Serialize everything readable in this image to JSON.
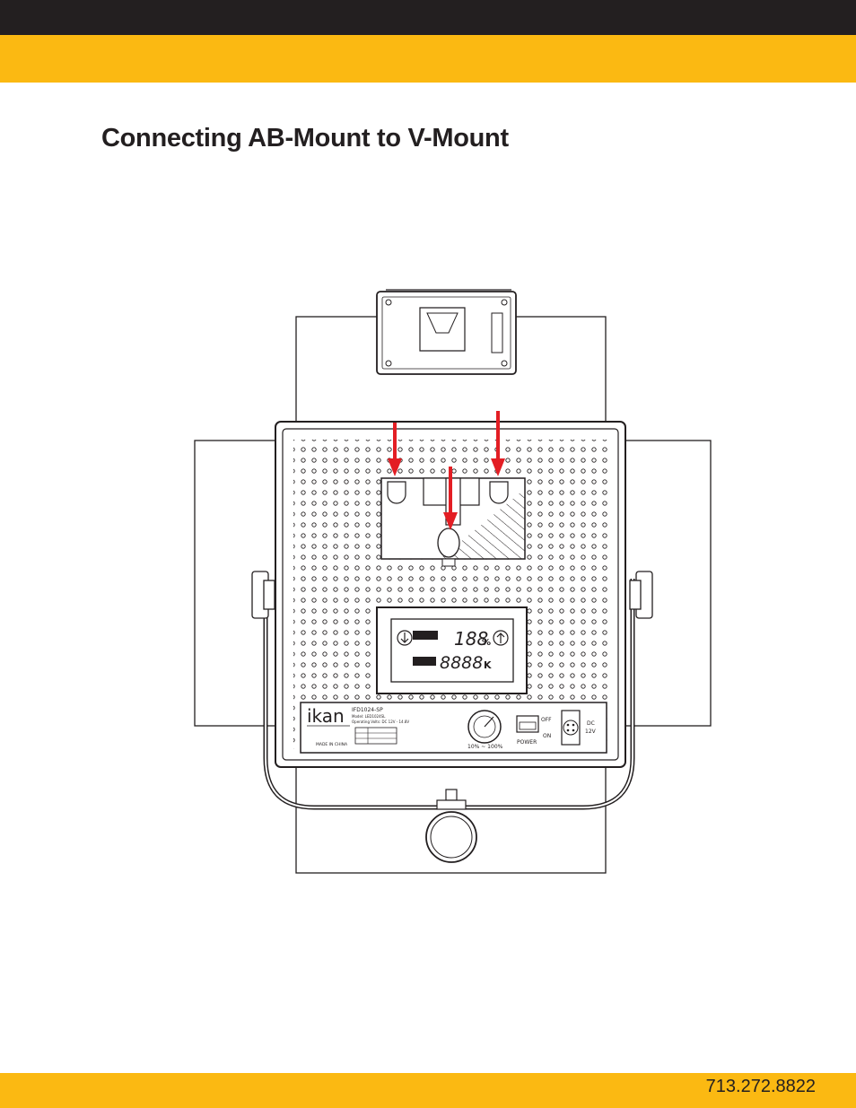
{
  "header": {
    "title": "Connecting AB-Mount to V-Mount"
  },
  "footer": {
    "phone": "713.272.8822"
  },
  "device": {
    "brand": "ikan",
    "model": "IFD1024-SP",
    "model_line": "Model: LED1024SL",
    "voltage_line": "Operating Volts: DC 12V - 14.8V",
    "made_in": "MADE IN CHINA",
    "dimmer_range": "10% ~ 100%",
    "switch_off": "OFF",
    "switch_on": "ON",
    "switch_label": "POWER",
    "dc_label": "DC",
    "dc_volts": "12V",
    "display_percent": "188",
    "display_percent_unit": "%",
    "display_kelvin": "8888",
    "display_kelvin_unit": "K"
  },
  "colors": {
    "accent_yellow": "#fbb912",
    "top_bar": "#231f20",
    "arrow_red": "#e31e24"
  }
}
